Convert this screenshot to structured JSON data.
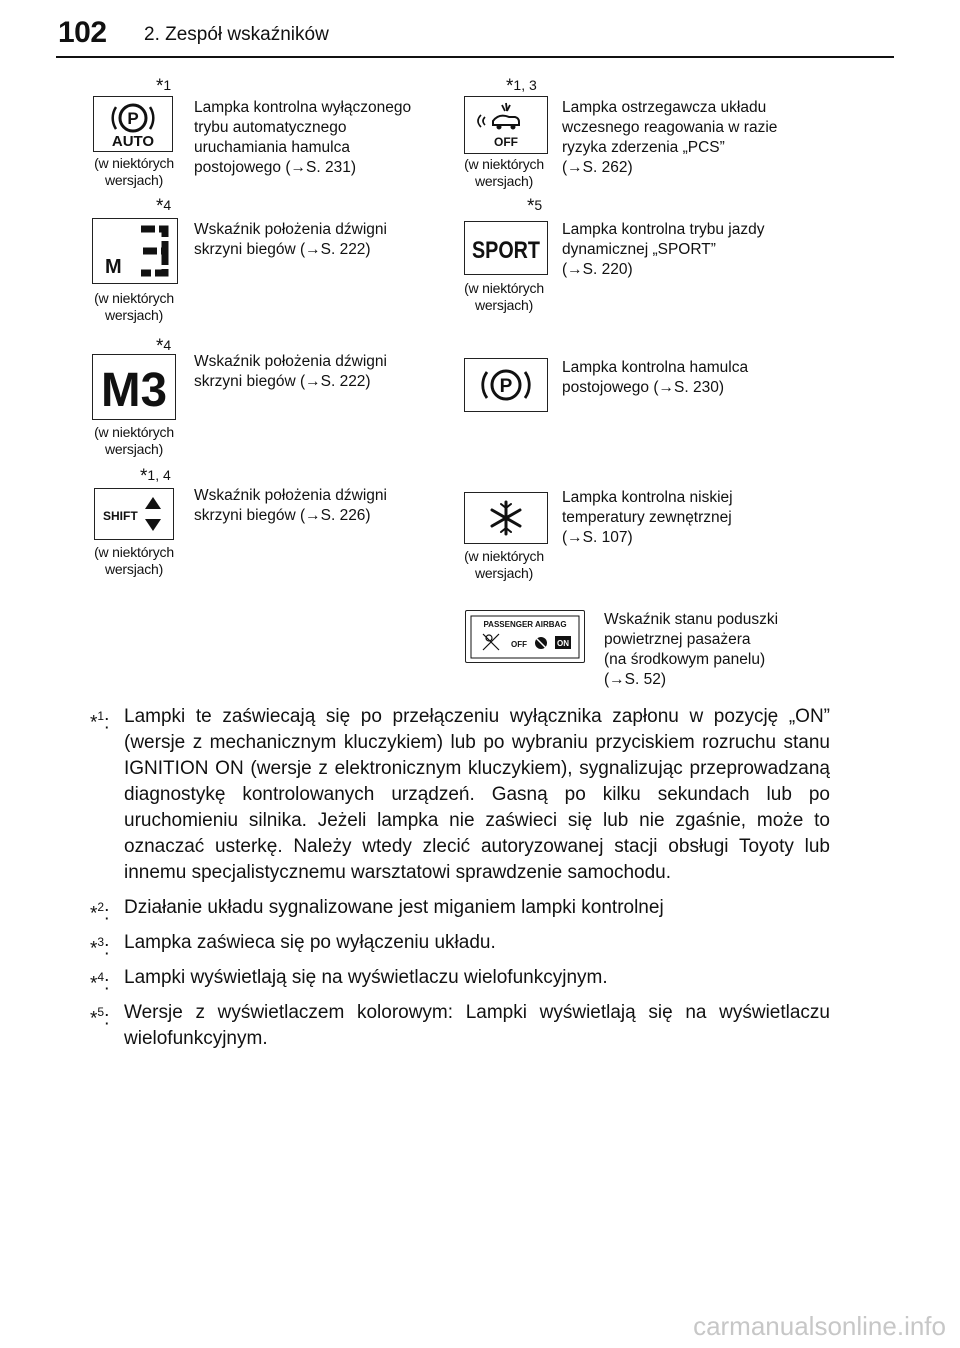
{
  "header": {
    "page_number": "102",
    "section_title": "2. Zespół wskaźników"
  },
  "entries": [
    {
      "star": "1",
      "variant": "(w niektórych\nwersjach)",
      "desc": "Lampka kontrolna wyłączonego\ntrybu automatycznego\nuruchamiania hamulca\npostojowego (→S. 231)",
      "icon": "parking-brake-auto-icon",
      "icon_text": "AUTO"
    },
    {
      "star": "1, 3",
      "variant": "(w niektórych\nwersjach)",
      "desc": "Lampka ostrzegawcza układu\nwczesnego reagowania w razie\nryzyka zderzenia „PCS”\n(→S. 262)",
      "icon": "pcs-off-icon",
      "icon_text": "OFF"
    },
    {
      "star": "4",
      "variant": "(w niektórych\nwersjach)",
      "desc": "Wskaźnik położenia dźwigni\nskrzyni biegów (→S. 222)",
      "icon": "gear-position-m-small-icon",
      "icon_text": "M"
    },
    {
      "star": "5",
      "variant": "(w niektórych\nwersjach)",
      "desc": "Lampka kontrolna trybu jazdy\ndynamicznej „SPORT”\n(→S. 220)",
      "icon": "sport-mode-icon",
      "icon_text": "SPORT"
    },
    {
      "star": "4",
      "variant": "(w niektórych\nwersjach)",
      "desc": "Wskaźnik położenia dźwigni\nskrzyni biegów (→S. 222)",
      "icon": "gear-position-m3-icon",
      "icon_text": "M3"
    },
    {
      "star": "",
      "variant": "",
      "desc": "Lampka kontrolna hamulca\npostojowego (→S. 230)",
      "icon": "parking-brake-icon",
      "icon_text": "P"
    },
    {
      "star": "1, 4",
      "variant": "(w niektórych\nwersjach)",
      "desc": "Wskaźnik położenia dźwigni\nskrzyni biegów (→S. 226)",
      "icon": "shift-indicator-icon",
      "icon_text": "SHIFT"
    },
    {
      "star": "",
      "variant": "(w niektórych\nwersjach)",
      "desc": "Lampka kontrolna niskiej\ntemperatury zewnętrznej\n(→S. 107)",
      "icon": "low-temperature-icon",
      "icon_text": ""
    },
    {
      "star": "",
      "variant": "",
      "desc": "Wskaźnik stanu poduszki\npowietrznej pasażera\n(na środkowym panelu)\n(→S. 52)",
      "icon": "passenger-airbag-icon",
      "icon_text": "PASSENGER  AIRBAG",
      "icon_text_2": "OFF",
      "icon_text_3": "ON"
    }
  ],
  "notes": [
    {
      "mark": "1",
      "text": "Lampki te zaświecają się po przełączeniu wyłącznika zapłonu w pozycję „ON” (wersje z mechanicznym kluczykiem) lub po wybraniu przyciskiem rozruchu stanu IGNITION ON (wersje z elektronicznym kluczykiem), sygnalizując przeprowadzaną diagnostykę kontrolowanych urządzeń. Gasną po kilku sekundach lub po uruchomieniu silnika. Jeżeli lampka nie zaświeci się lub nie zgaśnie, może to oznaczać usterkę. Należy wtedy zlecić autoryzowanej stacji obsługi Toyoty lub innemu specjalistycznemu warsztatowi sprawdzenie samochodu."
    },
    {
      "mark": "2",
      "text": "Działanie układu sygnalizowane jest miganiem lampki kontrolnej"
    },
    {
      "mark": "3",
      "text": "Lampka zaświeca się po wyłączeniu układu."
    },
    {
      "mark": "4",
      "text": "Lampki wyświetlają się na wyświetlaczu wielofunkcyjnym."
    },
    {
      "mark": "5",
      "text": "Wersje z wyświetlaczem kolorowym: Lampki wyświetlają się na wyświetlaczu wielofunkcyjnym."
    }
  ],
  "watermark": "carmanualsonline.info"
}
